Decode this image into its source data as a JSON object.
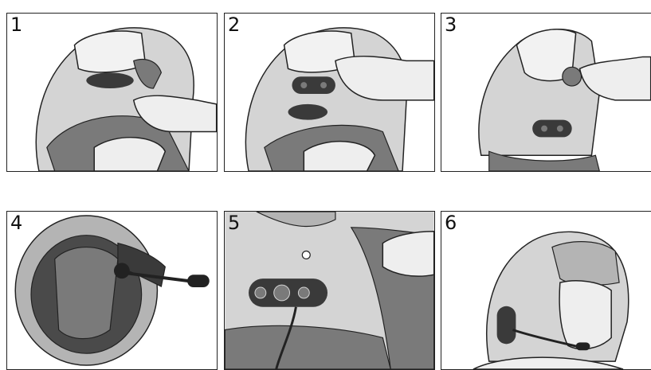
{
  "steps": [
    {
      "number": "1"
    },
    {
      "number": "2"
    },
    {
      "number": "3"
    },
    {
      "number": "4"
    },
    {
      "number": "5"
    },
    {
      "number": "6"
    }
  ],
  "colors": {
    "helmet_light": "#d4d4d4",
    "helmet_mid": "#b4b4b4",
    "helmet_dark": "#7a7a7a",
    "pad_black": "#3a3a3a",
    "outline": "#222222",
    "glove": "#eeeeee"
  }
}
